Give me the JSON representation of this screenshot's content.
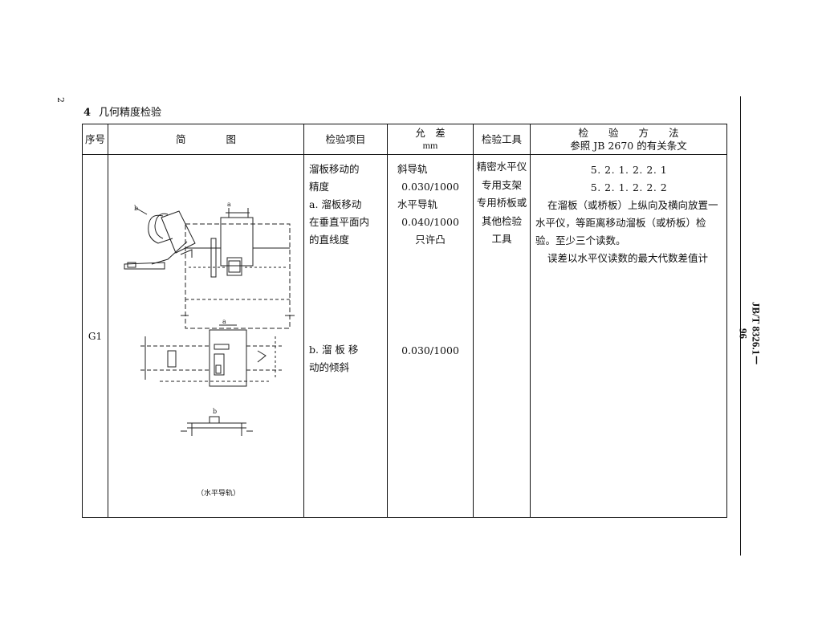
{
  "page_number": "2",
  "section": {
    "number": "4",
    "title": "几何精度检验"
  },
  "standard_code": "JB/T 8326.1－96",
  "table": {
    "headers": {
      "seq": "序号",
      "diagram": "简　　　　图",
      "items": "检验项目",
      "tolerance": "允　差",
      "tolerance_unit": "mm",
      "tools": "检验工具",
      "method": "检　　验　　方　　法",
      "method_ref": "参照 JB 2670 的有关条文"
    },
    "row": {
      "seq": "G1",
      "item_a_lines": [
        "溜板移动的",
        "精度",
        "a. 溜板移动",
        "在垂直平面内",
        "的直线度"
      ],
      "item_b_lines": [
        "b. 溜 板 移",
        "动的倾斜"
      ],
      "tol_a_lines": [
        "斜导轨",
        "0.030/1000",
        "水平导轨",
        "0.040/1000",
        "只许凸"
      ],
      "tol_b": "0.030/1000",
      "tools_lines": [
        "精密水平仪",
        "专用支架",
        "专用桥板或",
        "其他检验",
        "工具"
      ],
      "method_refs": [
        "5. 2. 1. 2. 2. 1",
        "5. 2. 1. 2. 2. 2"
      ],
      "method_paragraphs": [
        "在溜板（或桥板）上纵向及横向放置一水平仪，等距离移动溜板（或桥板）检验。至少三个读数。",
        "误差以水平仪读数的最大代数差值计"
      ]
    },
    "diagram_labels": {
      "a1": "a",
      "b1": "b",
      "a2": "a",
      "b2": "b",
      "caption": "（水平导轨）"
    }
  }
}
